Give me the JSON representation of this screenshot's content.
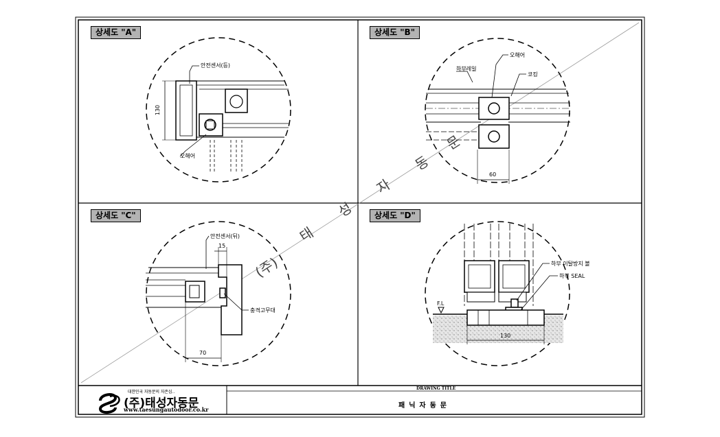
{
  "panels": {
    "a": {
      "tag": "상세도 \"A\"",
      "labels": {
        "sensor": "안전센서(등)",
        "caster": "오해어"
      },
      "dims": {
        "height": "130"
      }
    },
    "b": {
      "tag": "상세도 \"B\"",
      "labels": {
        "rail": "하부레일",
        "caster": "오해어",
        "cap": "코킹"
      },
      "dims": {
        "width": "60"
      }
    },
    "c": {
      "tag": "상세도 \"C\"",
      "labels": {
        "sensor": "안전센서(뒤)",
        "rubber": "충격고무대"
      },
      "dims": {
        "gap": "15",
        "width": "70"
      }
    },
    "d": {
      "tag": "상세도 \"D\"",
      "labels": {
        "stopper": "하부 이탈방지 볼",
        "seal": "하부 SEAL",
        "fl": "F.L"
      },
      "dims": {
        "width": "130"
      }
    }
  },
  "watermark": {
    "chars": [
      "(주)",
      "태",
      "성",
      "자",
      "동",
      "문"
    ]
  },
  "title_block": {
    "company_tagline": "대한민국 자동문의 자존심..",
    "company_name": "(주)태성자동문",
    "company_url": "www.taesungautodoor.co.kr",
    "drawing_title_caption": "DRAWING TITLE",
    "drawing_title": "패닉자동문"
  }
}
